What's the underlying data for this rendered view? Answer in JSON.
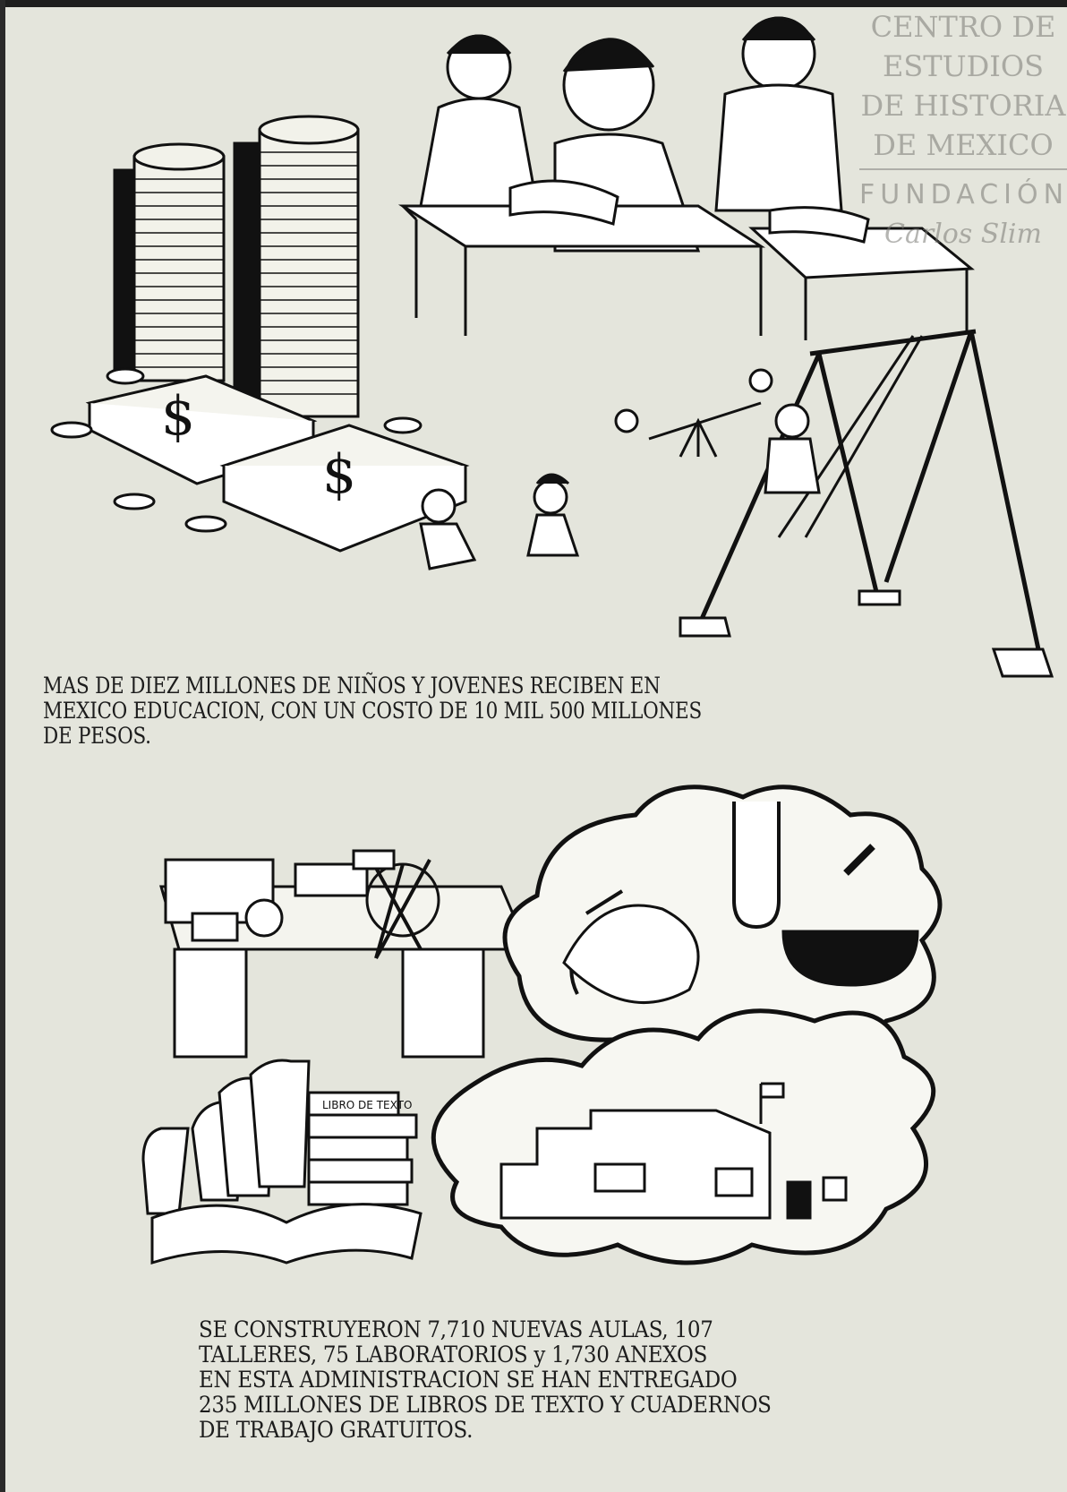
{
  "captions": {
    "education": "MAS DE DIEZ MILLONES DE NIÑOS Y JOVENES RECIBEN EN\nMEXICO EDUCACION, CON UN COSTO DE 10 MIL 500 MILLONES\nDE PESOS.",
    "construction": "SE CONSTRUYERON 7,710 NUEVAS AULAS, 107\nTALLERES, 75 LABORATORIOS y 1,730 ANEXOS\nEN ESTA ADMINISTRACION SE HAN ENTREGADO\n235 MILLONES DE LIBROS DE TEXTO Y CUADERNOS\nDE TRABAJO GRATUITOS."
  },
  "watermark": {
    "line1": "CENTRO DE",
    "line2": "ESTUDIOS",
    "line3": "DE HISTORIA",
    "line4": "DE MEXICO",
    "foundation": "FUNDACIÓN",
    "signature": "Carlos Slim"
  },
  "illustration_labels": {
    "book_label": "LIBRO DE TEXTO",
    "dollar_sign": "$"
  }
}
